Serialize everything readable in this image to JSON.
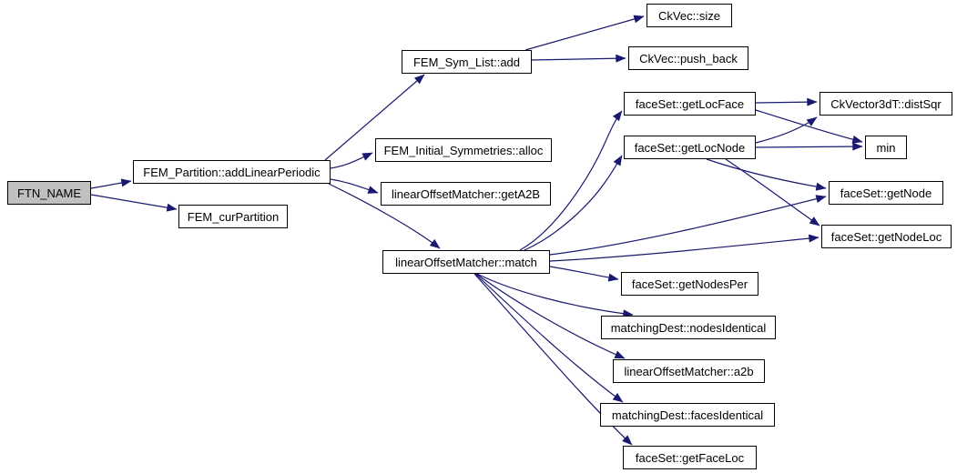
{
  "diagram": {
    "kind": "doxygen-call-graph",
    "colors": {
      "background": "#ffffff",
      "edge": "#191970",
      "node_border": "#000000",
      "node_fill": "#ffffff",
      "root_node_fill": "#c0c0c0",
      "text": "#000000"
    },
    "nodes": [
      {
        "id": "ftn_name",
        "label": "FTN_NAME",
        "root": true
      },
      {
        "id": "addlinearperiodic",
        "label": "FEM_Partition::addLinearPeriodic",
        "root": false
      },
      {
        "id": "curpartition",
        "label": "FEM_curPartition",
        "root": false
      },
      {
        "id": "symlist_add",
        "label": "FEM_Sym_List::add",
        "root": false
      },
      {
        "id": "ckvec_size",
        "label": "CkVec::size",
        "root": false
      },
      {
        "id": "ckvec_push_back",
        "label": "CkVec::push_back",
        "root": false
      },
      {
        "id": "alloc",
        "label": "FEM_Initial_Symmetries::alloc",
        "root": false
      },
      {
        "id": "geta2b",
        "label": "linearOffsetMatcher::getA2B",
        "root": false
      },
      {
        "id": "match",
        "label": "linearOffsetMatcher::match",
        "root": false
      },
      {
        "id": "getlocface",
        "label": "faceSet::getLocFace",
        "root": false
      },
      {
        "id": "getlocnode",
        "label": "faceSet::getLocNode",
        "root": false
      },
      {
        "id": "distsqr",
        "label": "CkVector3dT::distSqr",
        "root": false
      },
      {
        "id": "min",
        "label": "min",
        "root": false
      },
      {
        "id": "getnode",
        "label": "faceSet::getNode",
        "root": false
      },
      {
        "id": "getnodeloc",
        "label": "faceSet::getNodeLoc",
        "root": false
      },
      {
        "id": "getnodesper",
        "label": "faceSet::getNodesPer",
        "root": false
      },
      {
        "id": "nodesidentical",
        "label": "matchingDest::nodesIdentical",
        "root": false
      },
      {
        "id": "a2b",
        "label": "linearOffsetMatcher::a2b",
        "root": false
      },
      {
        "id": "facesidentical",
        "label": "matchingDest::facesIdentical",
        "root": false
      },
      {
        "id": "getfaceloc",
        "label": "faceSet::getFaceLoc",
        "root": false
      }
    ],
    "edges": [
      {
        "from": "ftn_name",
        "to": "addlinearperiodic"
      },
      {
        "from": "ftn_name",
        "to": "curpartition"
      },
      {
        "from": "addlinearperiodic",
        "to": "symlist_add"
      },
      {
        "from": "addlinearperiodic",
        "to": "alloc"
      },
      {
        "from": "addlinearperiodic",
        "to": "geta2b"
      },
      {
        "from": "addlinearperiodic",
        "to": "match"
      },
      {
        "from": "symlist_add",
        "to": "ckvec_size"
      },
      {
        "from": "symlist_add",
        "to": "ckvec_push_back"
      },
      {
        "from": "match",
        "to": "getlocface"
      },
      {
        "from": "match",
        "to": "getlocnode"
      },
      {
        "from": "match",
        "to": "getnode"
      },
      {
        "from": "match",
        "to": "getnodeloc"
      },
      {
        "from": "match",
        "to": "getnodesper"
      },
      {
        "from": "match",
        "to": "nodesidentical"
      },
      {
        "from": "match",
        "to": "a2b"
      },
      {
        "from": "match",
        "to": "facesidentical"
      },
      {
        "from": "match",
        "to": "getfaceloc"
      },
      {
        "from": "getlocface",
        "to": "distsqr"
      },
      {
        "from": "getlocface",
        "to": "min"
      },
      {
        "from": "getlocnode",
        "to": "distsqr"
      },
      {
        "from": "getlocnode",
        "to": "min"
      },
      {
        "from": "getlocnode",
        "to": "getnode"
      },
      {
        "from": "getlocnode",
        "to": "getnodeloc"
      }
    ]
  }
}
